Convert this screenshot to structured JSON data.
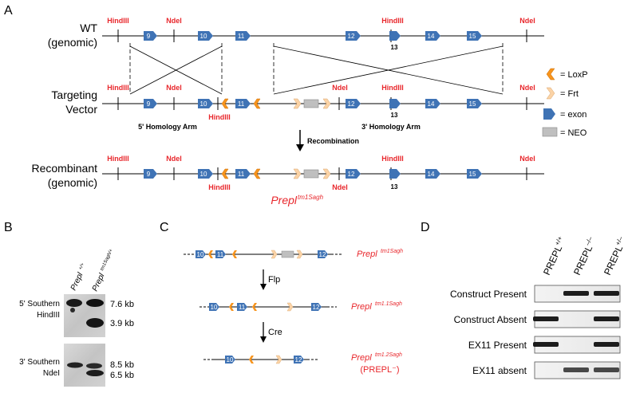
{
  "panelA": {
    "letter": "A",
    "wt_label": [
      "WT",
      "(genomic)"
    ],
    "tv_label": [
      "Targeting",
      "Vector"
    ],
    "rc_label": [
      "Recombinant",
      "(genomic)"
    ],
    "sites": {
      "hind": "HindIII",
      "nde": "NdeI"
    },
    "exons": {
      "e9": "9",
      "e10": "10",
      "e11": "11",
      "e12": "12",
      "e13": "13",
      "e14": "14",
      "e15": "15"
    },
    "homology5": "5' Homology Arm",
    "homology3": "3' Homology Arm",
    "recombination": "Recombination",
    "allele": {
      "base": "Prepl",
      "sup": "tm1Sagh"
    },
    "legend": {
      "loxp": "= LoxP",
      "frt": "= Frt",
      "exon": "= exon",
      "neo": "= NEO"
    },
    "colors": {
      "loxp": "#f7941d",
      "frt": "#fbd3a6",
      "exon": "#3f73b5",
      "neo": "#bfbfbf",
      "site": "#e8262b"
    }
  },
  "panelB": {
    "letter": "B",
    "lane1": {
      "base": "Prepl",
      "sup": "+/+"
    },
    "lane2": {
      "base": "Prepl",
      "sup": "tm1Sagh/+"
    },
    "blot1_label": [
      "5' Southern",
      "HindIII"
    ],
    "blot2_label": [
      "3' Southern",
      "NdeI"
    ],
    "sizes1": [
      "7.6 kb",
      "3.9 kb"
    ],
    "sizes2": [
      "8.5 kb",
      "6.5 kb"
    ]
  },
  "panelC": {
    "letter": "C",
    "allele1": {
      "base": "Prepl",
      "sup": "tm1Sagh"
    },
    "allele2": {
      "base": "Prepl",
      "sup": "tm1.1Sagh"
    },
    "allele3": {
      "base": "Prepl",
      "sup": "tm1.2Sagh"
    },
    "allele3_note": "(PREPL⁻)",
    "step1": "Flp",
    "step2": "Cre"
  },
  "panelD": {
    "letter": "D",
    "columns": [
      {
        "base": "PREPL",
        "sup": "+/+"
      },
      {
        "base": "PREPL",
        "sup": "–/–"
      },
      {
        "base": "PREPL",
        "sup": "+/–"
      }
    ],
    "rows": [
      "Construct Present",
      "Construct Absent",
      "EX11 Present",
      "EX11 absent"
    ],
    "band_presence": [
      [
        0,
        1,
        1
      ],
      [
        1,
        0,
        1
      ],
      [
        1,
        0,
        1
      ],
      [
        0,
        1,
        1
      ]
    ]
  }
}
